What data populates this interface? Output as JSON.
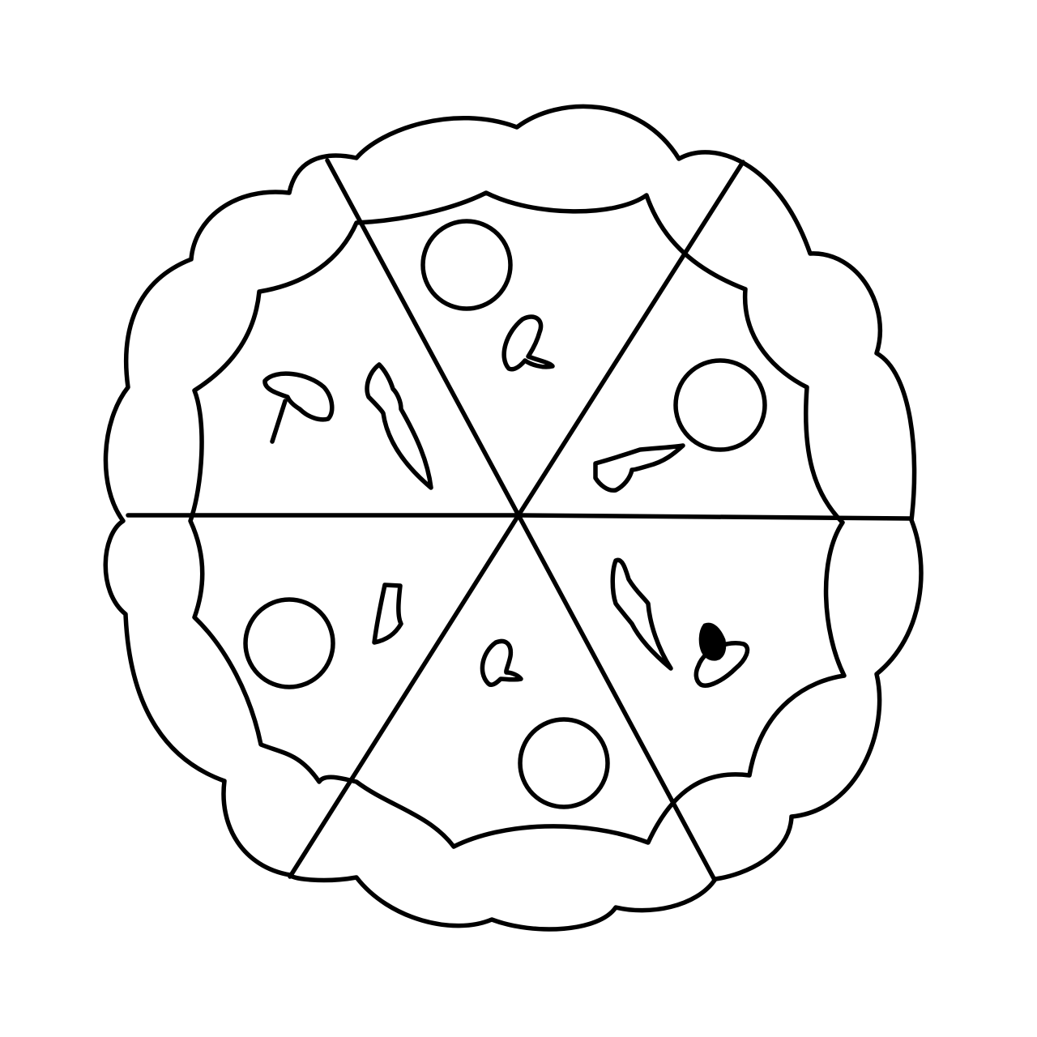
{
  "drawing": {
    "subject": "pizza-line-art",
    "slice_count": 6,
    "colors": {
      "ink": "#000000",
      "paper": "#ffffff"
    },
    "toppings": {
      "pepperoni": 4,
      "mushrooms": 4,
      "peppers": 4
    }
  }
}
